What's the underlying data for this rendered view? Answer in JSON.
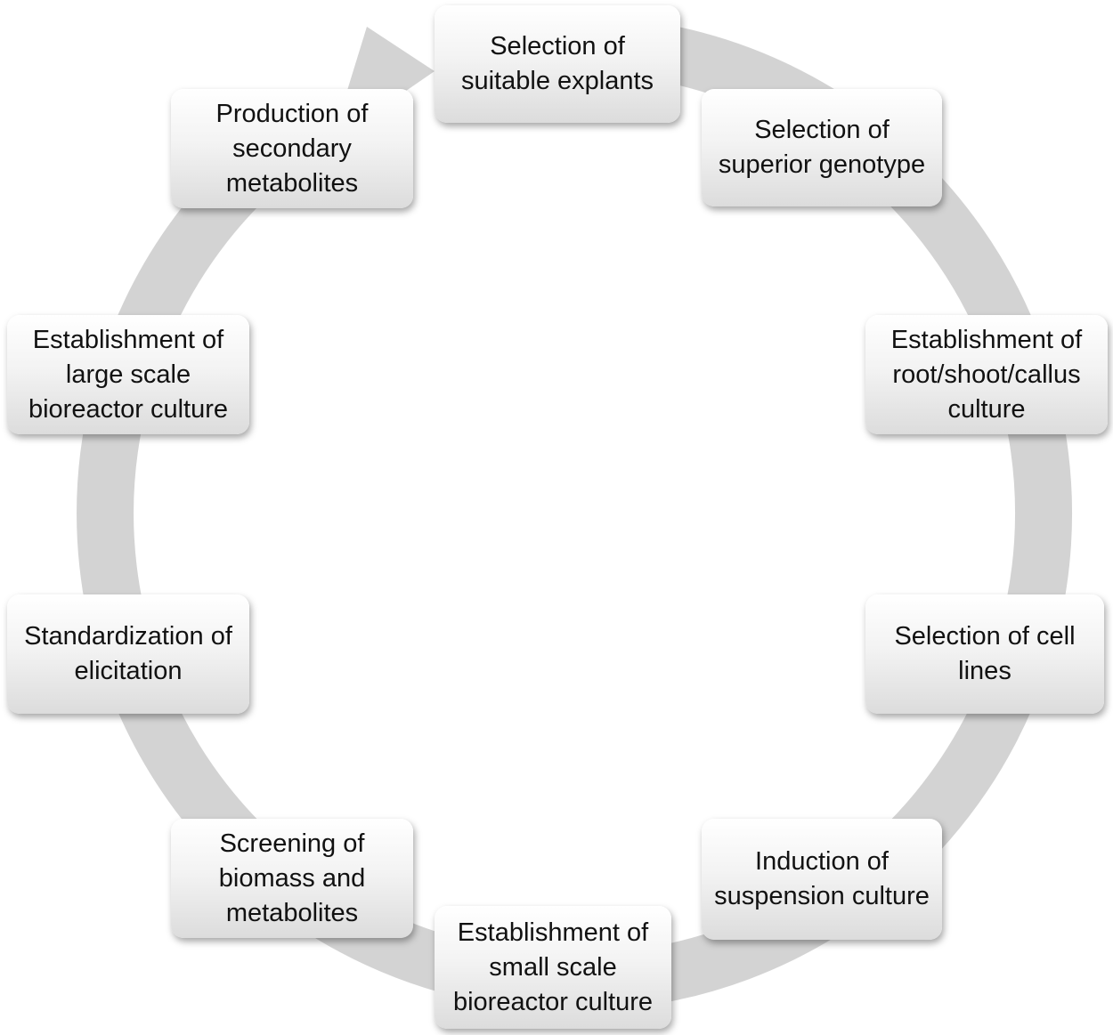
{
  "diagram": {
    "type": "cycle",
    "direction": "clockwise",
    "colors": {
      "ring": "#d3d3d3",
      "box_top": "#ffffff",
      "box_bottom": "#dcdcdc",
      "text": "#111111"
    },
    "steps": [
      {
        "id": "explants",
        "label": "Selection of\nsuitable explants"
      },
      {
        "id": "genotype",
        "label": "Selection of\nsuperior genotype"
      },
      {
        "id": "root-shoot-callus",
        "label": "Establishment of\nroot/shoot/callus\nculture"
      },
      {
        "id": "cell-lines",
        "label": "Selection of cell\nlines"
      },
      {
        "id": "suspension",
        "label": "Induction of\nsuspension culture"
      },
      {
        "id": "small-bioreactor",
        "label": "Establishment of\nsmall scale\nbioreactor culture"
      },
      {
        "id": "screening",
        "label": "Screening of\nbiomass and\nmetabolites"
      },
      {
        "id": "elicitation",
        "label": "Standardization of\nelicitation"
      },
      {
        "id": "large-bioreactor",
        "label": "Establishment of\nlarge scale\nbioreactor culture"
      },
      {
        "id": "production",
        "label": "Production of\nsecondary\nmetabolites"
      }
    ]
  }
}
